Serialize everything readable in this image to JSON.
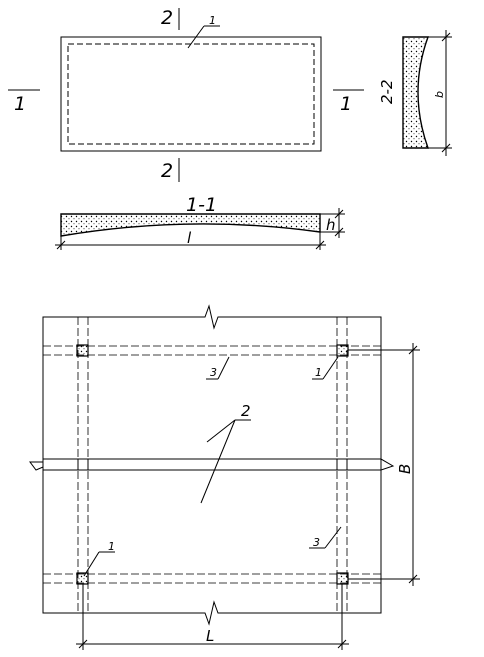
{
  "top_view": {
    "panel_mark": "1",
    "cut_2_top": "2",
    "cut_2_bottom": "2",
    "cut_1_left": "1",
    "cut_1_right": "1"
  },
  "section_2_2": {
    "title": "2-2",
    "dim_label": "b"
  },
  "section_1_1": {
    "title": "1-1",
    "height_label": "h",
    "length_label": "l"
  },
  "plan": {
    "label_3_top": "3",
    "label_1_top_right": "1",
    "label_2_center": "2",
    "label_3_right": "3",
    "label_1_bottom_left": "1",
    "span_B": "B",
    "span_L": "L"
  }
}
